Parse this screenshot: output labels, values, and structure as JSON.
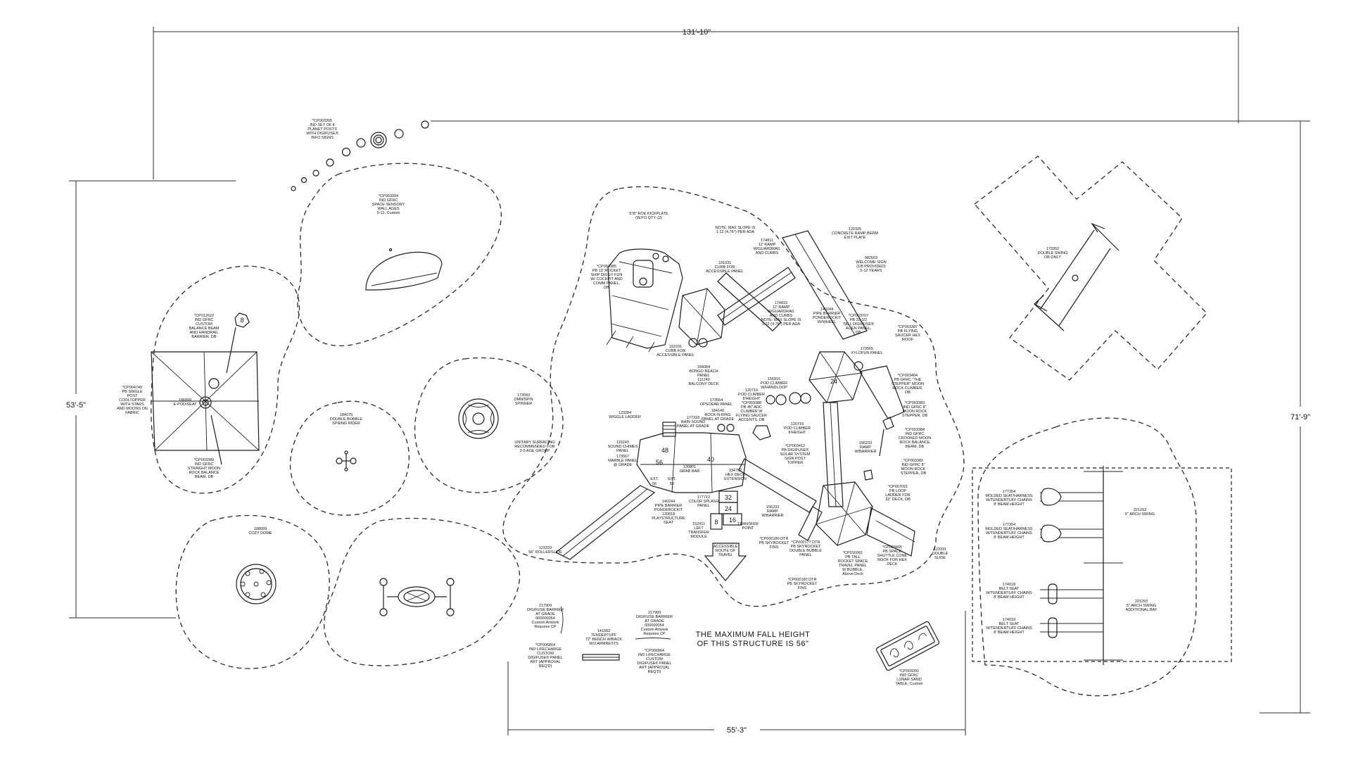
{
  "dimensions": {
    "width_overall": "131'-10\"",
    "height_left": "53'-5\"",
    "height_right": "71'-9\"",
    "width_bottom": "55'-3\""
  },
  "note": {
    "line1": "THE MAXIMUM FALL HEIGHT",
    "line2": "OF THIS STRUCTURE IS 56\""
  },
  "accessible_route": [
    "ACCESSIBLE",
    "ROUTE OF",
    "TRAVEL"
  ],
  "deck_numbers": {
    "d48": "48",
    "d56": "56",
    "d40": "40",
    "d32": "32",
    "d24": "24",
    "d16": "16",
    "d8": "8",
    "ext56a": "EXT.",
    "ext56a2": "56",
    "ext56b": "EXT.",
    "ext56b2": "56",
    "pole8": "8",
    "pole24": "24"
  },
  "labels": {
    "planets": [
      "*CP003395",
      "IND SET OF 8",
      "PLANET POSTS",
      "WITH DIGIFUSE®",
      "INFO SIGNS"
    ],
    "sensory": [
      "*CP003394",
      "IND GFRC",
      "SPACE SENSORY",
      "WALL AGES",
      "5-12, Custom"
    ],
    "balance_beam": [
      "*CP012622",
      "IND GFRC",
      "CUSTOM",
      "BALANCE BEAM",
      "AND HANDRAIL",
      "BARRIER, DB"
    ],
    "shade": [
      "*CP004749",
      "PB SINGLE",
      "POST",
      "COOLTOPPER",
      "WITH STARS",
      "AND MOONS ON",
      "FABRIC"
    ],
    "epod": [
      "186899",
      "E-POD/SEAT"
    ],
    "moon_beam": [
      "*CP003380",
      "IND GFRC",
      "STRAIGHT MOON",
      "ROCK BALANCE",
      "BEAM, DB"
    ],
    "spring": [
      "184075",
      "DOUBLE BOBBLE",
      "SPRING RIDER"
    ],
    "omnispin": [
      "173593",
      "OMNISPIN",
      "SPINNER"
    ],
    "surfacing": [
      "UNITARY SURFACING",
      "RECOMMENDED FOR",
      "2-5 AGE GROUP"
    ],
    "cozy": [
      "188099",
      "COZY DOME"
    ],
    "rocket": [
      "*CP003385",
      "PB 13' ROCKET",
      "SHIP DIGGY FUN",
      "W/ COCKPIT AND",
      "COMM PANEL,",
      "DB"
    ],
    "kickplate": [
      "5'/8\" ROE KICKPLATE",
      "(W.P.I) QTY. (2)"
    ],
    "curb1": [
      "191031",
      "CURB FOR",
      "ACCESSIBLE PANEL"
    ],
    "curb2": [
      "191031",
      "CURB FOR",
      "ACCESSIBLE PANEL"
    ],
    "bongo": [
      "184084",
      "BONGO REACH",
      "PANEL",
      "111240",
      "BALCONY DECK"
    ],
    "maxslope1": [
      "NOTE: MAX SLOPE IS",
      "1:12 (4.76°) PER ADA"
    ],
    "ramp12": [
      "174811",
      "12' RAMP",
      "W/GUARDRAIL",
      "AND CURBS"
    ],
    "berm": [
      "120325",
      "CONCRETE RAMP BERM",
      "EXIT PLATE"
    ],
    "welcome": [
      "982503",
      "WELCOME SIGN",
      "(1/8 PROVIDED)",
      "5-12 YEARS"
    ],
    "ramp12b": [
      "174815",
      "12' RAMP",
      "W/GUARDRAIL",
      "AND CURBS",
      "NOTE: MAX SLOPE IS",
      "1:12 (4.76°) PER ADA"
    ],
    "pipe_barrier": [
      "140244",
      "PIPE BARRIER",
      "PONDEROCKIT",
      "W/WHEEL"
    ],
    "alien": [
      "*CP003707",
      "PB 33-1/2",
      "TALL DIGIFUSE®",
      "ALIEN PANEL,",
      "DB"
    ],
    "saucer": [
      "*CP003387",
      "PB FLYING",
      "SAUCER HEX",
      "ROOF"
    ],
    "xylofun": [
      "173565",
      "XYLOFUN PANEL"
    ],
    "pod_climber1": [
      "155916",
      "POD CLIMBER",
      "W/HANDLOOP"
    ],
    "pod_climber2": [
      "120716",
      "POD CLIMBER",
      "8'HEIGHT"
    ],
    "climber45": [
      "*CP003388",
      "PB 45\" ADC",
      "CLIMBER W",
      "FLYING SAUCER",
      "ACCENTS, DB"
    ],
    "stepper": [
      "*CP003404",
      "PB GFRC \"THE",
      "STEPPER\" MOON",
      "ROCK CLIMBER,",
      "DB"
    ],
    "moon_stepper": [
      "*CP003383",
      "IND GFRC 8\"",
      "MOON ROCK",
      "STEPPER, DB"
    ],
    "wiggle": [
      "123284",
      "WIGGLE LADDER"
    ],
    "rain_sound": [
      "177318",
      "RAIN SOUND",
      "PANEL AT GRADE"
    ],
    "orbisear": [
      "173564",
      "OPSOEAR PANEL"
    ],
    "rock_n_ring": [
      "184140",
      "ROCK-N-RING",
      "PANEL AT GRADE"
    ],
    "sound_chimes": [
      "115243",
      "SOUND CHIMES",
      "PANEL"
    ],
    "marble": [
      "173567",
      "MARBLE PANEL",
      "@ GRADE"
    ],
    "grab_bar": [
      "130801",
      "GRAB BAR"
    ],
    "hex_ext": [
      "334752",
      "HEX DECK",
      "EXTENSION"
    ],
    "pod_climber3": [
      "120716",
      "POD CLIMBER",
      "8'HEIGHT"
    ],
    "solar": [
      "*CP003412",
      "PB DIGIFUSE®",
      "SOLAR SYSTEM",
      "SIGN POST",
      "TOPPER"
    ],
    "ramp2": [
      "156233",
      "RAMP",
      "W/BARRIER"
    ],
    "crooked": [
      "*CP003384",
      "IND GFRC",
      "CROOKED MOON",
      "ROCK BALANCE",
      "BEAM, DB"
    ],
    "moon_stepper2": [
      "*CP003382",
      "IND GFRC 8\"",
      "MOON ROCK",
      "STEPPER, DB"
    ],
    "loop_ladder": [
      "*CP007091",
      "PB LOOP",
      "LADDER FOR",
      "32\" DECK, DB"
    ],
    "pipe_barrier2": [
      "140244",
      "PIPE BARRIER",
      "PONDEROCKIT"
    ],
    "color_splash": [
      "177712",
      "COLOR SPLASH",
      "PANEL"
    ],
    "playstructure_seat": [
      "120818",
      "PLAYSTRUCTURE",
      "SEAT"
    ],
    "transfer_module": [
      "152911",
      "LEFT",
      "TRANSFER",
      "MODULE"
    ],
    "transfer_point": [
      "TRANSFER",
      "POINT"
    ],
    "ramp3": [
      "156233",
      "RAMP",
      "W/BARRIER"
    ],
    "rollerslide": [
      "123333",
      "56\" ROLLERSLIDE"
    ],
    "skyrocket_fins1": [
      "*CP000180 DTR",
      "PB SKYROCKET",
      "FINS"
    ],
    "double_bubble": [
      "*CP000177 DTR",
      "PB SKYROCKET",
      "DOUBLE BUBBLE",
      "PANEL"
    ],
    "skyrocket_fins2": [
      "*CP000180 DTR",
      "PB SKYROCKET",
      "FINS"
    ],
    "tall_rocket": [
      "*CP016081",
      "PB TALL",
      "ROCKET SPACE",
      "TRAVEL PANEL",
      "W BUBBLE,",
      "Above Deck"
    ],
    "shuttle": [
      "*CP003405",
      "PB SPACE",
      "SHUTTLE CONE",
      "ROOF FOR HEX",
      "DECK"
    ],
    "double_slide": [
      "123331",
      "DOUBLE",
      "SLIDE"
    ],
    "barrier1": [
      "217909",
      "DIGIFUSE BARRIER",
      "AT GRADE",
      "000000054",
      "Custom Artwork",
      "Requires CP"
    ],
    "lifecharge1": [
      "*CP006864",
      "IND LIFECHARGE",
      "CUSTOM",
      "DIGIFUSE® PANEL",
      "ART (APPROVAL",
      "REQ'D)"
    ],
    "bench": [
      "141683",
      "TENDERTUFF",
      "72\" BENCH W/BACK",
      "W/2 ARMRESTS"
    ],
    "barrier2": [
      "217909",
      "DIGIFUSE BARRIER",
      "AT GRADE",
      "000000054",
      "Custom Artwork",
      "Requires CP"
    ],
    "lifecharge2": [
      "*CP006864",
      "IND LIFECHARGE",
      "CUSTOM",
      "DIGIFUSE® PANEL",
      "ART (APPROVAL",
      "REQ'D)"
    ],
    "lunar_table": [
      "*CP003391",
      "IND GFRC",
      "LUNAR SAND",
      "TABLE, Custom"
    ],
    "double_swing": [
      "173352",
      "DOUBLE SWING",
      "DB ONLY"
    ],
    "molded_seat1": [
      "177354",
      "MOLDED SEAT/HARNESS",
      "W/TENDERTUFF CHAINS",
      "8' BEAM HEIGHT"
    ],
    "molded_seat2": [
      "177354",
      "MOLDED SEAT/HARNESS",
      "W/TENDERTUFF CHAINS",
      "8' BEAM HEIGHT"
    ],
    "arch_swing": [
      "221292",
      "5\" ARCH SWING"
    ],
    "belt_seat1": [
      "174018",
      "BELT SEAT",
      "W/TENDERTUFF CHAINS",
      "8' BEAM HEIGHT"
    ],
    "belt_seat2": [
      "174018",
      "BELT SEAT",
      "W/TENDERTUFF CHAINS",
      "8' BEAM HEIGHT"
    ],
    "arch_swing_bay": [
      "221293",
      "5\" ARCH SWING",
      "ADDITIONAL BAY"
    ]
  }
}
